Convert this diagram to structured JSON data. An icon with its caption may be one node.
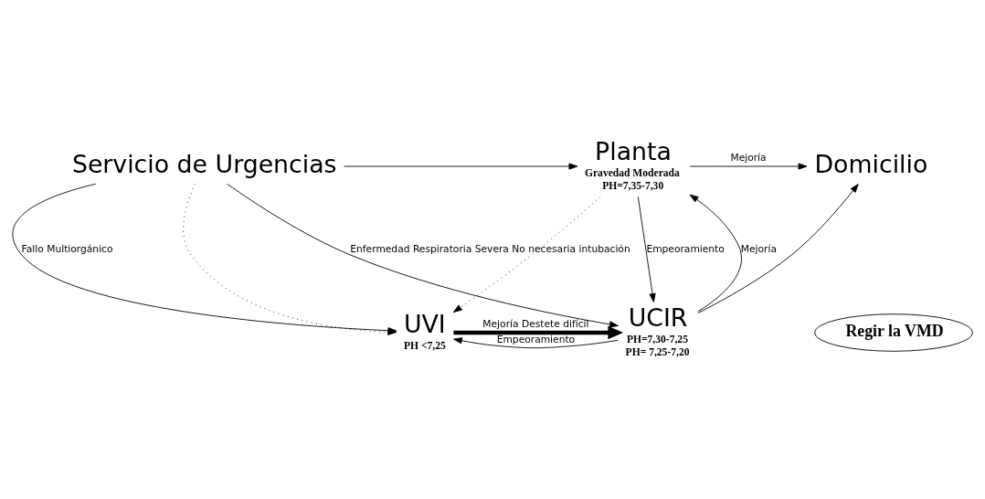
{
  "diagram": {
    "nodes": [
      {
        "text": [
          "Servicio de Urgencias"
        ]
      },
      {
        "text": [
          "Planta"
        ],
        "beside": [
          "Gravedad Moderada",
          "PH=7,35-7,30"
        ]
      },
      {
        "text": [
          "Domicilio"
        ]
      },
      {
        "text": [
          "UVI"
        ],
        "beside": [
          "PH <7,25"
        ]
      },
      {
        "text": [
          "UCIR"
        ],
        "beside": [
          "PH=7,30-7,25",
          "PH= 7,25-7,20"
        ]
      },
      {
        "text": [
          "Regir la VMD"
        ]
      }
    ],
    "edges": [
      {
        "from": 0,
        "to": 1,
        "arrow": "to"
      },
      {
        "from": 1,
        "to": 2,
        "arrow": "to",
        "label": "Mejoría"
      },
      {
        "from": 0,
        "to": 3,
        "arrow": "to",
        "label": "Fallo Multiorgánico"
      },
      {
        "from": 0,
        "to": 3,
        "arrow": "to",
        "style": "dashed"
      },
      {
        "from": 0,
        "to": 4,
        "arrow": "to",
        "label": "Enfermedad Respiratoria Severa No necesaria intubación"
      },
      {
        "from": 1,
        "to": 4,
        "arrow": "to",
        "label": "Empeoramiento"
      },
      {
        "from": 1,
        "to": 3,
        "arrow": "to",
        "style": "dashed"
      },
      {
        "from": 3,
        "to": 4,
        "arrow": "to",
        "style": "thick",
        "label": "Mejoría Destete difícil"
      },
      {
        "from": 4,
        "to": 3,
        "arrow": "to",
        "label": "Empeoramiento"
      },
      {
        "from": 4,
        "to": 1,
        "arrow": "to",
        "label": "Mejoría"
      },
      {
        "from": 4,
        "to": 2,
        "arrow": "to"
      }
    ]
  }
}
